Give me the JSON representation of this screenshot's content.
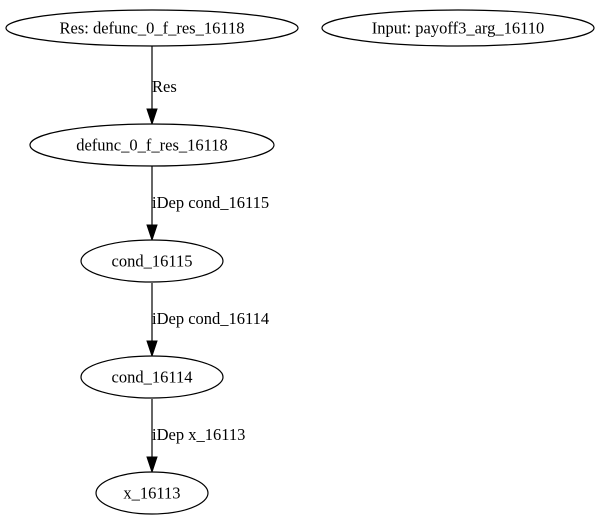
{
  "graph": {
    "nodes": {
      "res_node": {
        "label": "Res: defunc_0_f_res_16118"
      },
      "input_node": {
        "label": "Input: payoff3_arg_16110"
      },
      "defunc_node": {
        "label": "defunc_0_f_res_16118"
      },
      "cond_16115_node": {
        "label": "cond_16115"
      },
      "cond_16114_node": {
        "label": "cond_16114"
      },
      "x_16113_node": {
        "label": "x_16113"
      }
    },
    "edges": {
      "res_to_defunc": {
        "label": "Res"
      },
      "defunc_to_cond_16115": {
        "label": "iDep cond_16115"
      },
      "cond_16115_to_cond_16114": {
        "label": "iDep cond_16114"
      },
      "cond_16114_to_x_16113": {
        "label": "iDep x_16113"
      }
    }
  }
}
